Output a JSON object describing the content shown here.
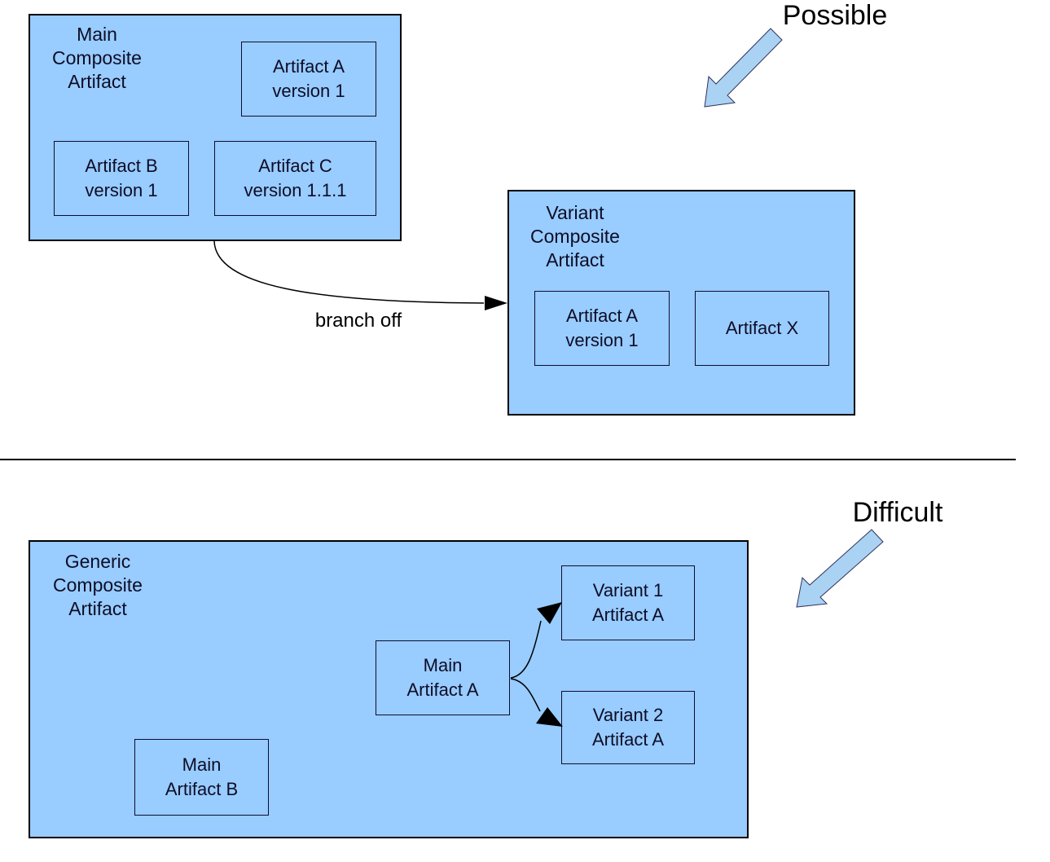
{
  "annotations": {
    "possible": "Possible",
    "difficult": "Difficult",
    "branch_off": "branch off"
  },
  "main_composite": {
    "title": "Main\nComposite\nArtifact",
    "artifact_a": "Artifact A\nversion 1",
    "artifact_b": "Artifact B\nversion 1",
    "artifact_c": "Artifact C\nversion 1.1.1"
  },
  "variant_composite": {
    "title": "Variant\nComposite\nArtifact",
    "artifact_a": "Artifact A\nversion 1",
    "artifact_x": "Artifact X"
  },
  "generic_composite": {
    "title": "Generic\nComposite\nArtifact",
    "main_artifact_a": "Main\nArtifact A",
    "main_artifact_b": "Main\nArtifact B",
    "variant1_artifact_a": "Variant 1\nArtifact A",
    "variant2_artifact_a": "Variant 2\nArtifact A"
  },
  "colors": {
    "background": "#ffffff",
    "box_fill": "#99ccff",
    "box_border": "#000000",
    "inner_box_border": "#0d0d33",
    "text": "#0d0d26",
    "block_arrow_fill": "#a9d2f3",
    "block_arrow_outline": "#33335c",
    "connector": "#000000"
  }
}
